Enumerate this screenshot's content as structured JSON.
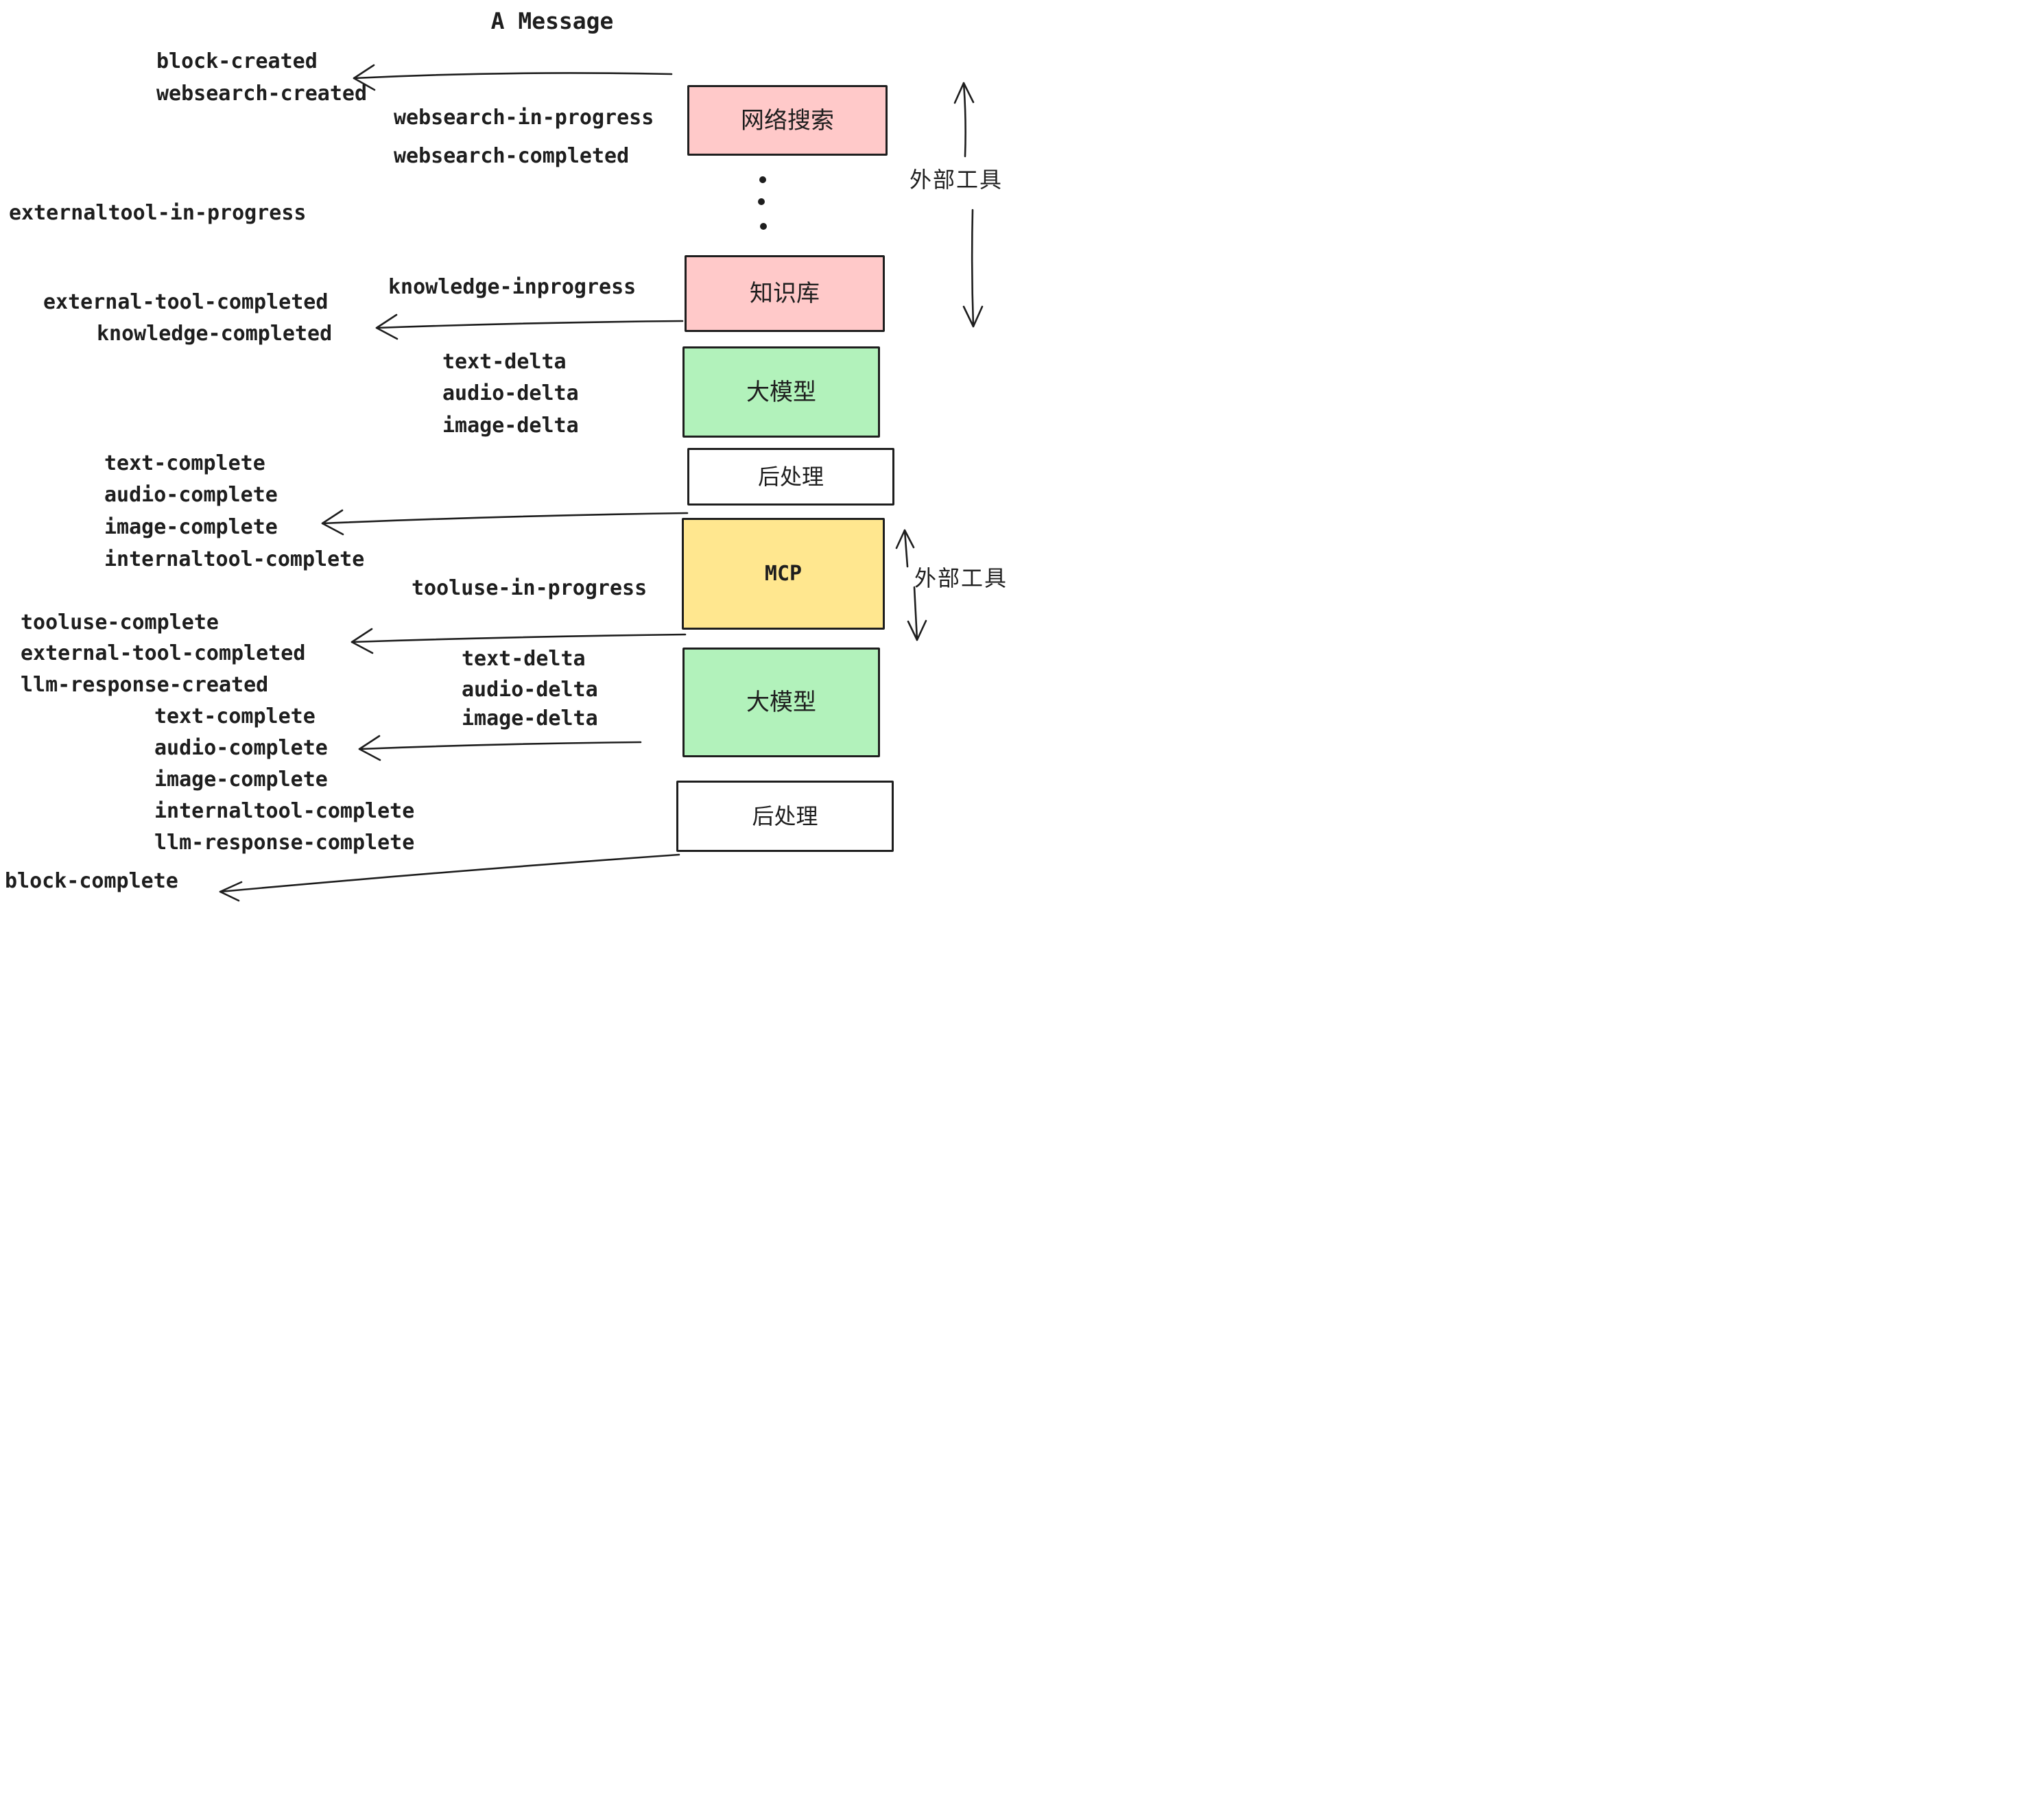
{
  "title": "A Message",
  "colors": {
    "stroke": "#1e1e1e",
    "pink_box_fill": "#ffc9c9",
    "green_box_fill": "#b2f2bb",
    "yellow_box_fill": "#ffe78f",
    "white_box_fill": "#ffffff",
    "background": "#ffffff"
  },
  "boxes": {
    "websearch": {
      "label": "网络搜索"
    },
    "knowledge": {
      "label": "知识库"
    },
    "llm_1": {
      "label": "大模型"
    },
    "post_1": {
      "label": "后处理"
    },
    "mcp": {
      "label": "MCP"
    },
    "llm_2": {
      "label": "大模型"
    },
    "post_2": {
      "label": "后处理"
    }
  },
  "side_labels": {
    "external_tools_top": "外部工具",
    "external_tools_bottom": "外部工具"
  },
  "events": {
    "block_created": "block-created",
    "websearch_created": "websearch-created",
    "websearch_in_progress": "websearch-in-progress",
    "websearch_completed": "websearch-completed",
    "externaltool_in_progress": "externaltool-in-progress",
    "knowledge_inprogress": "knowledge-inprogress",
    "external_tool_completed_1": "external-tool-completed",
    "knowledge_completed": "knowledge-completed",
    "text_delta_1": "text-delta",
    "audio_delta_1": "audio-delta",
    "image_delta_1": "image-delta",
    "text_complete_1": "text-complete",
    "audio_complete_1": "audio-complete",
    "image_complete_1": "image-complete",
    "internaltool_complete_1": "internaltool-complete",
    "tooluse_in_progress": "tooluse-in-progress",
    "tooluse_complete": "tooluse-complete",
    "external_tool_completed_2": "external-tool-completed",
    "llm_response_created": "llm-response-created",
    "text_complete_2": "text-complete",
    "audio_complete_2": "audio-complete",
    "image_complete_2": "image-complete",
    "internaltool_complete_2": "internaltool-complete",
    "llm_response_complete": "llm-response-complete",
    "text_delta_2": "text-delta",
    "audio_delta_2": "audio-delta",
    "image_delta_2": "image-delta",
    "block_complete": "block-complete"
  }
}
